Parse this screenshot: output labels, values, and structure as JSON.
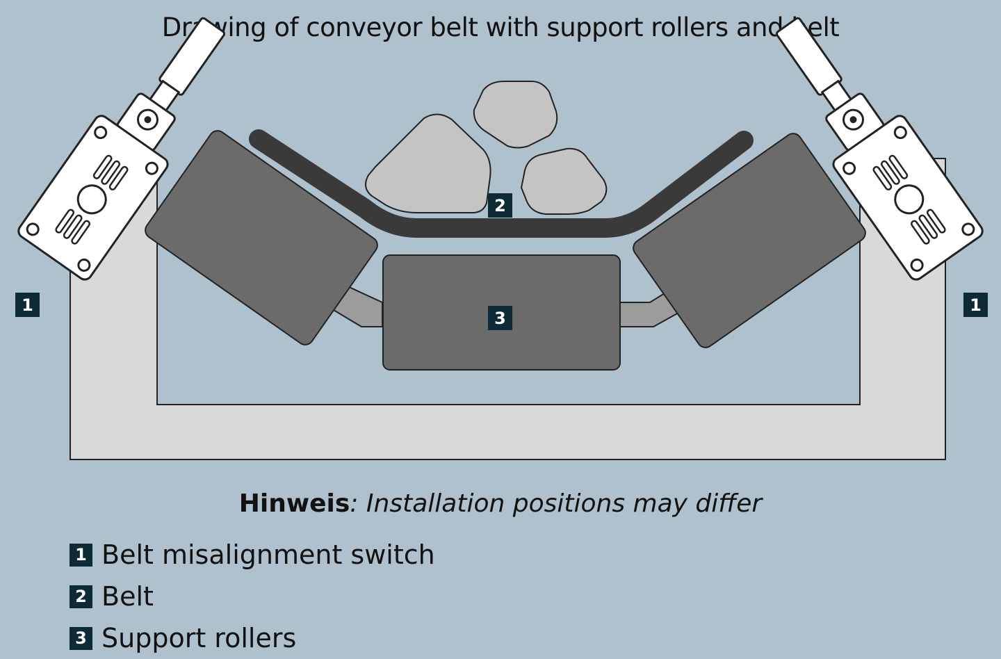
{
  "title": "Drawing of conveyor belt with support rollers and belt",
  "callouts": {
    "switch_left": "1",
    "switch_right": "1",
    "belt": "2",
    "rollers": "3"
  },
  "note": {
    "label": "Hinweis",
    "separator": ": ",
    "text": "Installation positions may differ"
  },
  "legend": [
    {
      "badge": "1",
      "label": "Belt misalignment switch"
    },
    {
      "badge": "2",
      "label": "Belt"
    },
    {
      "badge": "3",
      "label": "Support rollers"
    }
  ],
  "colors": {
    "background": "#aec1cc",
    "frame": "#d9d9d9",
    "roller": "#6b6b6b",
    "belt": "#3a3a3a",
    "rock": "#c4c4c4",
    "badge": "#0e2a36"
  }
}
